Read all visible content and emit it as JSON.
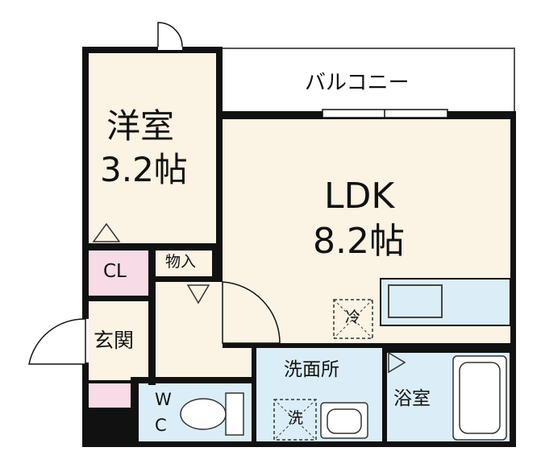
{
  "colors": {
    "room_beige": "#fbf3e3",
    "wet_blue": "#dbeef8",
    "entrance_pink": "#f7dbe6",
    "wall": "#111111",
    "balcony": "#ffffff"
  },
  "rooms": {
    "western_room": {
      "name": "洋室",
      "size": "3.2帖"
    },
    "ldk": {
      "name": "LDK",
      "size": "8.2帖"
    },
    "balcony": {
      "name": "バルコニー"
    },
    "closet": {
      "name": "CL"
    },
    "storage": {
      "name": "物入"
    },
    "entrance": {
      "name": "玄関"
    },
    "washroom": {
      "name": "洗面所"
    },
    "bathroom": {
      "name": "浴室"
    },
    "wc": {
      "line1": "W",
      "line2": "C"
    }
  },
  "fixtures": {
    "fridge": {
      "label": "冷"
    },
    "washer": {
      "label": "洗"
    }
  },
  "icons": [
    "door-swing-icon",
    "triangle-marker-icon",
    "toilet-icon",
    "sink-icon",
    "bathtub-icon",
    "kitchen-counter-icon"
  ]
}
